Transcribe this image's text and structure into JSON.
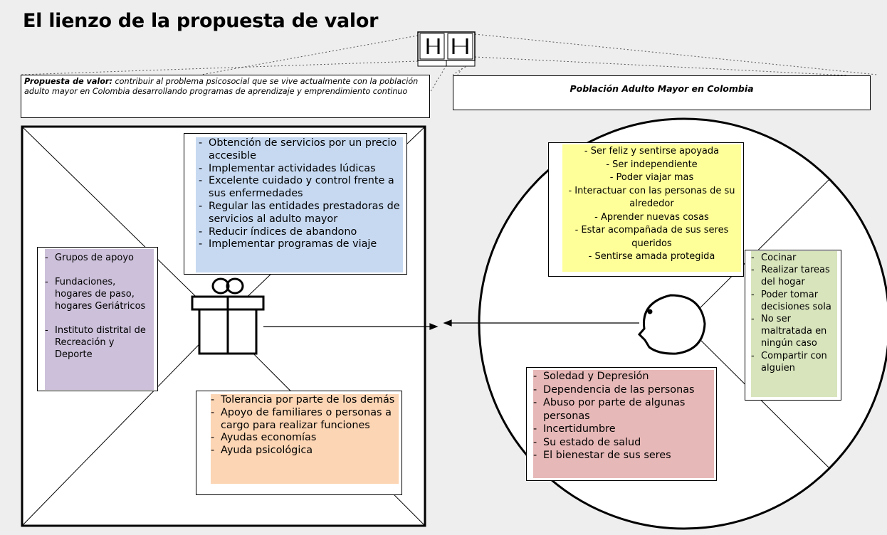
{
  "title": "El lienzo de la propuesta de valor",
  "value_proposition": {
    "label": "Propuesta de valor:",
    "text": "contribuir al problema psicosocial que se vive actualmente con la población adulto mayor en Colombia desarrollando programas de aprendizaje y emprendimiento continuo"
  },
  "customer_segment": {
    "label": "Población Adulto Mayor en Colombia"
  },
  "gain_creators": [
    "Obtención de servicios por un precio accesible",
    "Implementar actividades lúdicas",
    "Excelente cuidado y control frente a sus enfermedades",
    "Regular las entidades prestadoras de servicios al adulto mayor",
    "Reducir índices de abandono",
    "Implementar programas de viaje"
  ],
  "products_services": [
    "Grupos de apoyo",
    "Fundaciones, hogares de paso, hogares Geriátricos",
    "Instituto distrital de Recreación y Deporte"
  ],
  "pain_relievers": [
    "Tolerancia por parte de los demás",
    "Apoyo de familiares o personas a cargo para realizar funciones",
    "Ayudas economías",
    "Ayuda psicológica"
  ],
  "gains": [
    "- Ser feliz y sentirse apoyada",
    "- Ser independiente",
    "- Poder viajar mas",
    "- Interactuar con las personas de su alrededor",
    "- Aprender nuevas cosas",
    "- Estar acompañada de sus seres queridos",
    "- Sentirse amada protegida"
  ],
  "customer_jobs": [
    "Cocinar",
    "Realizar tareas del hogar",
    "Poder tomar decisiones sola",
    "No ser maltratada en ningún caso",
    "Compartir con alguien"
  ],
  "pains": [
    "Soledad y Depresión",
    "Dependencia de las personas",
    "Abuso por parte de algunas personas",
    "Incertidumbre",
    "Su estado de salud",
    "El bienestar de sus seres"
  ],
  "colors": {
    "background": "#eeeeee",
    "gain_creators": "#c6d9f1",
    "products_services": "#ccc0da",
    "pain_relievers": "#fcd5b4",
    "gains": "#ffff99",
    "customer_jobs": "#d8e4bc",
    "pains": "#e6b8b7"
  },
  "icons": {
    "product": "gift-icon",
    "customer": "face-icon",
    "canvas": "canvas-thumbnail-icon"
  }
}
